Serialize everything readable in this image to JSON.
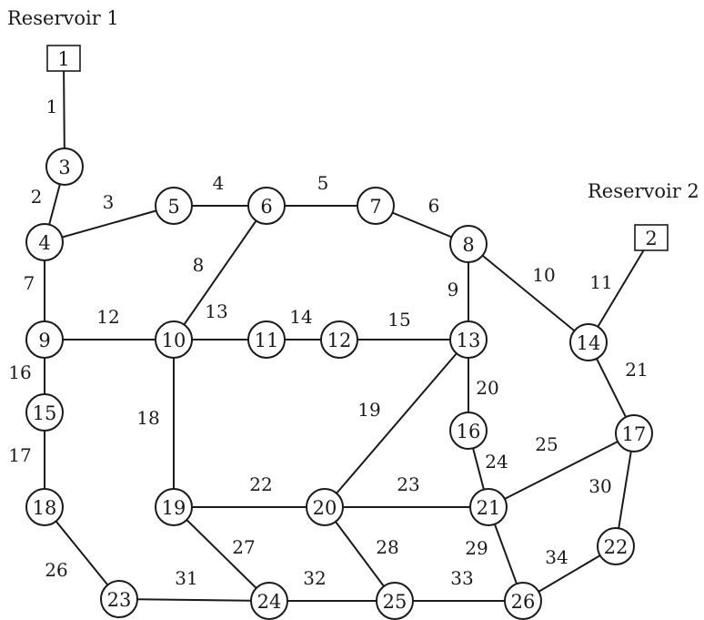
{
  "reservoir_labels": [
    {
      "id": "r1",
      "text": "Reservoir 1"
    },
    {
      "id": "r2",
      "text": "Reservoir 2"
    }
  ],
  "nodes": [
    {
      "id": "1",
      "label": "1",
      "shape": "box"
    },
    {
      "id": "2",
      "label": "2",
      "shape": "box"
    },
    {
      "id": "3",
      "label": "3",
      "shape": "circle"
    },
    {
      "id": "4",
      "label": "4",
      "shape": "circle"
    },
    {
      "id": "5",
      "label": "5",
      "shape": "circle"
    },
    {
      "id": "6",
      "label": "6",
      "shape": "circle"
    },
    {
      "id": "7",
      "label": "7",
      "shape": "circle"
    },
    {
      "id": "8",
      "label": "8",
      "shape": "circle"
    },
    {
      "id": "9",
      "label": "9",
      "shape": "circle"
    },
    {
      "id": "10",
      "label": "10",
      "shape": "circle"
    },
    {
      "id": "11",
      "label": "11",
      "shape": "circle"
    },
    {
      "id": "12",
      "label": "12",
      "shape": "circle"
    },
    {
      "id": "13",
      "label": "13",
      "shape": "circle"
    },
    {
      "id": "14",
      "label": "14",
      "shape": "circle"
    },
    {
      "id": "15",
      "label": "15",
      "shape": "circle"
    },
    {
      "id": "16",
      "label": "16",
      "shape": "circle"
    },
    {
      "id": "17",
      "label": "17",
      "shape": "circle"
    },
    {
      "id": "18",
      "label": "18",
      "shape": "circle"
    },
    {
      "id": "19",
      "label": "19",
      "shape": "circle"
    },
    {
      "id": "20",
      "label": "20",
      "shape": "circle"
    },
    {
      "id": "21",
      "label": "21",
      "shape": "circle"
    },
    {
      "id": "22",
      "label": "22",
      "shape": "circle"
    },
    {
      "id": "23",
      "label": "23",
      "shape": "circle"
    },
    {
      "id": "24",
      "label": "24",
      "shape": "circle"
    },
    {
      "id": "25",
      "label": "25",
      "shape": "circle"
    },
    {
      "id": "26",
      "label": "26",
      "shape": "circle"
    }
  ],
  "edges": [
    {
      "label": "1",
      "from": "1",
      "to": "3"
    },
    {
      "label": "2",
      "from": "3",
      "to": "4"
    },
    {
      "label": "3",
      "from": "4",
      "to": "5"
    },
    {
      "label": "4",
      "from": "5",
      "to": "6"
    },
    {
      "label": "5",
      "from": "6",
      "to": "7"
    },
    {
      "label": "6",
      "from": "7",
      "to": "8"
    },
    {
      "label": "7",
      "from": "4",
      "to": "9"
    },
    {
      "label": "8",
      "from": "6",
      "to": "10"
    },
    {
      "label": "9",
      "from": "8",
      "to": "13"
    },
    {
      "label": "10",
      "from": "8",
      "to": "14"
    },
    {
      "label": "11",
      "from": "2",
      "to": "14"
    },
    {
      "label": "12",
      "from": "9",
      "to": "10"
    },
    {
      "label": "13",
      "from": "10",
      "to": "11"
    },
    {
      "label": "14",
      "from": "11",
      "to": "12"
    },
    {
      "label": "15",
      "from": "12",
      "to": "13"
    },
    {
      "label": "16",
      "from": "9",
      "to": "15"
    },
    {
      "label": "17",
      "from": "15",
      "to": "18"
    },
    {
      "label": "18",
      "from": "10",
      "to": "19"
    },
    {
      "label": "19",
      "from": "13",
      "to": "20"
    },
    {
      "label": "20",
      "from": "13",
      "to": "16"
    },
    {
      "label": "21",
      "from": "14",
      "to": "17"
    },
    {
      "label": "22",
      "from": "19",
      "to": "20"
    },
    {
      "label": "23",
      "from": "20",
      "to": "21"
    },
    {
      "label": "24",
      "from": "16",
      "to": "21"
    },
    {
      "label": "25",
      "from": "21",
      "to": "17"
    },
    {
      "label": "26",
      "from": "18",
      "to": "23"
    },
    {
      "label": "27",
      "from": "19",
      "to": "24"
    },
    {
      "label": "28",
      "from": "20",
      "to": "25"
    },
    {
      "label": "29",
      "from": "21",
      "to": "26"
    },
    {
      "label": "30",
      "from": "17",
      "to": "22"
    },
    {
      "label": "31",
      "from": "23",
      "to": "24"
    },
    {
      "label": "32",
      "from": "24",
      "to": "25"
    },
    {
      "label": "33",
      "from": "25",
      "to": "26"
    },
    {
      "label": "34",
      "from": "26",
      "to": "22"
    }
  ]
}
